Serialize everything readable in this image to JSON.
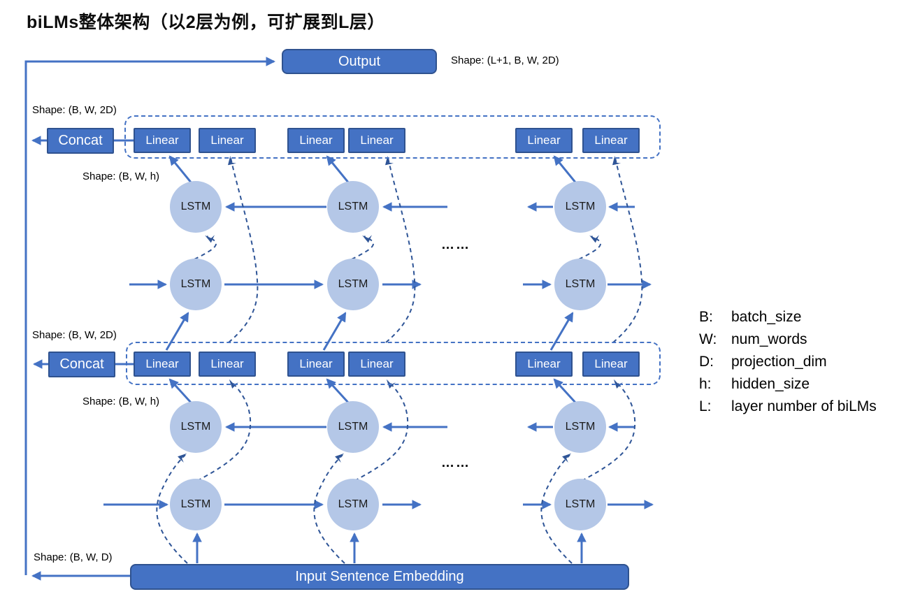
{
  "title": "biLMs整体架构（以2层为例，可扩展到L层）",
  "nodes": {
    "output": "Output",
    "concat": "Concat",
    "linear": "Linear",
    "lstm": "LSTM",
    "input": "Input Sentence Embedding"
  },
  "annotations": {
    "output_shape": "Shape: (L+1, B, W, 2D)",
    "concat_top_shape": "Shape: (B, W, 2D)",
    "hidden_top_shape": "Shape: (B, W, h)",
    "concat_mid_shape": "Shape: (B, W, 2D)",
    "hidden_mid_shape": "Shape: (B, W, h)",
    "input_shape": "Shape: (B, W, D)"
  },
  "dots": "……",
  "legend": {
    "items": [
      {
        "key": "B:",
        "value": "batch_size"
      },
      {
        "key": "W:",
        "value": "num_words"
      },
      {
        "key": "D:",
        "value": "projection_dim"
      },
      {
        "key": "h:",
        "value": "hidden_size"
      },
      {
        "key": "L:",
        "value": "layer number of biLMs"
      }
    ]
  },
  "colors": {
    "accent": "#4472C4",
    "box_border": "#2F528F",
    "lstm_fill": "#B4C7E7",
    "dashed_line": "#2F5597"
  }
}
